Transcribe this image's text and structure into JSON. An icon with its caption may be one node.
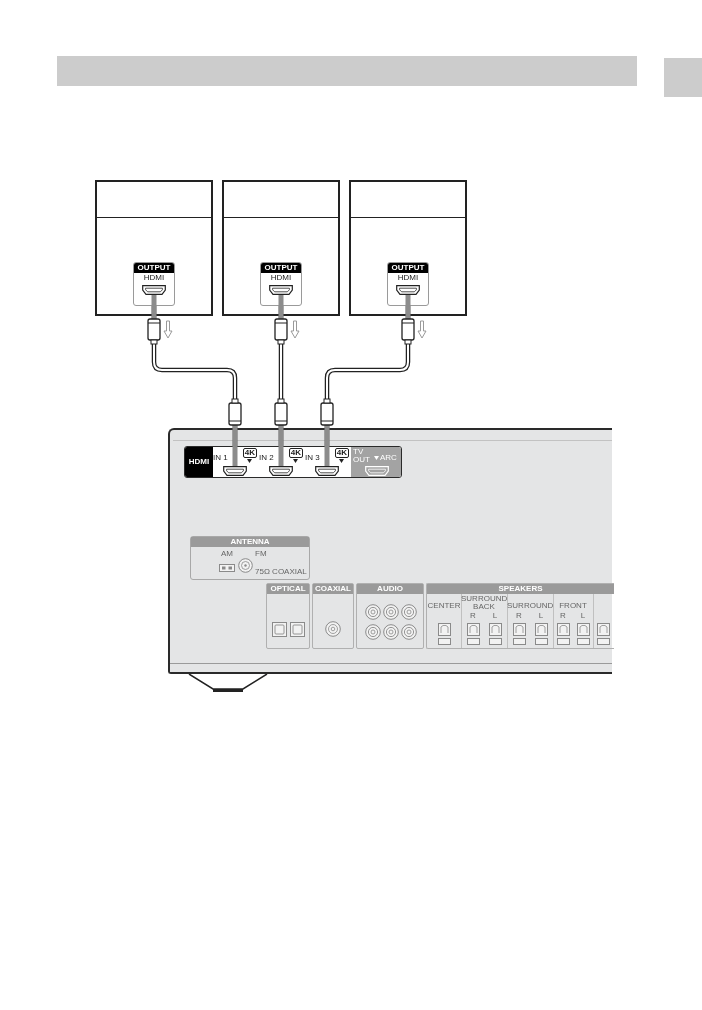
{
  "diagram": {
    "nodes": [
      {
        "text": [],
        "shape": "box"
      },
      {
        "text": [
          "OUTPUT",
          "HDMI"
        ],
        "in": 0
      },
      {
        "text": [],
        "shape": "box"
      },
      {
        "text": [
          "OUTPUT",
          "HDMI"
        ],
        "in": 2
      },
      {
        "text": [],
        "shape": "box"
      },
      {
        "text": [
          "OUTPUT",
          "HDMI"
        ],
        "in": 4
      },
      {
        "text": [],
        "shape": "box"
      },
      {
        "text": [
          "HDMI"
        ],
        "in": 6
      },
      {
        "text": [
          "IN 1",
          "4K"
        ],
        "in": 7
      },
      {
        "text": [
          "IN 2",
          "4K"
        ],
        "in": 7
      },
      {
        "text": [
          "IN 3",
          "4K"
        ],
        "in": 7
      },
      {
        "text": [
          "TV OUT",
          "ARC"
        ],
        "in": 7
      },
      {
        "text": [
          "ANTENNA",
          "AM",
          "FM",
          "75Ω COAXIAL"
        ],
        "in": 6
      },
      {
        "text": [
          "OPTICAL"
        ],
        "in": 6
      },
      {
        "text": [
          "COAXIAL"
        ],
        "in": 6
      },
      {
        "text": [
          "AUDIO"
        ],
        "in": 6
      },
      {
        "text": [
          "SPEAKERS",
          "CENTER",
          "SURROUND BACK",
          "R",
          "L",
          "SURROUND",
          "R",
          "L",
          "FRONT",
          "R",
          "L"
        ],
        "in": 6
      }
    ],
    "edges": [
      {
        "from": 1,
        "to": 8,
        "arrow": "none"
      },
      {
        "from": 3,
        "to": 9,
        "arrow": "none"
      },
      {
        "from": 5,
        "to": 10,
        "arrow": "none"
      }
    ]
  }
}
